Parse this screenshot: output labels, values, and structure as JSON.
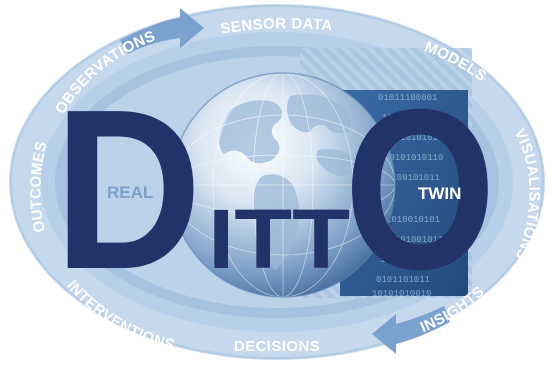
{
  "logo": {
    "letters": {
      "d": "D",
      "itt": "ITT",
      "o": "O"
    },
    "real_label": "REAL",
    "twin_label": "TWIN"
  },
  "cycle": {
    "labels": {
      "sensor_data": "SENSOR DATA",
      "models": "MODELS",
      "visualisations": "VISUALISATIONS",
      "insights": "INSIGHTS",
      "decisions": "DECISIONS",
      "interventions": "INTERVENTIONS",
      "outcomes": "OUTCOMES",
      "observations": "OBSERVATIONS"
    }
  },
  "binary_rows": [
    "01011100001",
    "1010101010",
    "0101010101",
    "10101010110",
    "0100101011",
    "1010010101",
    "01101001011",
    "1010100101",
    "0101101011",
    "10101010010"
  ],
  "colors": {
    "ring": "#c5d8ec",
    "ring_band": "#a6c2e0",
    "ring_band_light": "#b7cfe8",
    "ring_text": "#ffffff",
    "arrow": "#7ba2cf",
    "globe_light": "#f2f6fb",
    "globe_dark": "#4f78ab",
    "land": "#a0bcd9",
    "digital_panel": "#2d5a93",
    "letter": "#22336a",
    "real_text": "#7c9fc9",
    "twin_text": "#ffffff"
  },
  "icons": [
    "globe-icon",
    "cycle-arrow-icon"
  ]
}
